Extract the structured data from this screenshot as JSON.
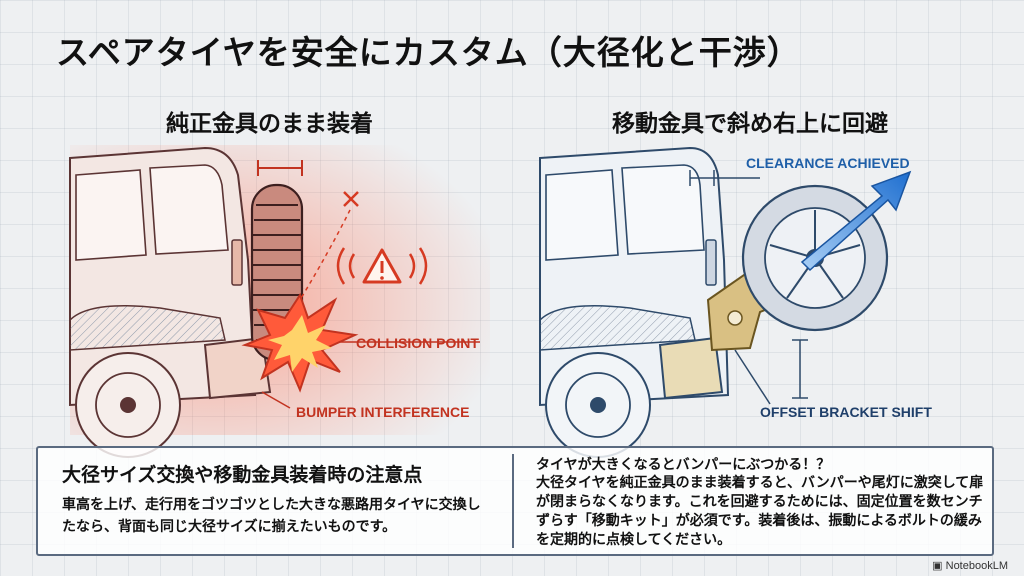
{
  "title": "スペアタイヤを安全にカスタム（大径化と干渉）",
  "left_panel": {
    "title": "純正金具のまま装着",
    "labels": {
      "collision": "COLLISION POINT",
      "bumper": "BUMPER INTERFERENCE"
    }
  },
  "right_panel": {
    "title": "移動金具で斜め右上に回避",
    "labels": {
      "clearance": "CLEARANCE ACHIEVED",
      "offset": "OFFSET BRACKET SHIFT"
    }
  },
  "info": {
    "heading": "大径サイズ交換や移動金具装着時の注意点",
    "body_left": "車高を上げ、走行用をゴツゴツとした大きな悪路用タイヤに交換したなら、背面も同じ大径サイズに揃えたいものです。",
    "right_heading": "タイヤが大きくなるとバンパーにぶつかる！？",
    "body_right": "大径タイヤを純正金具のまま装着すると、バンパーや尾灯に激突して扉が閉まらなくなります。これを回避するためには、固定位置を数センチずらす「移動キット」が必須です。装着後は、振動によるボルトの緩みを定期的に点検してください。"
  },
  "brand": "NotebookLM",
  "colors": {
    "danger": "#d63a22",
    "blueprint": "#2e5f9e",
    "accent_blue": "#2f7fd6",
    "bracket": "#c8a85a"
  }
}
